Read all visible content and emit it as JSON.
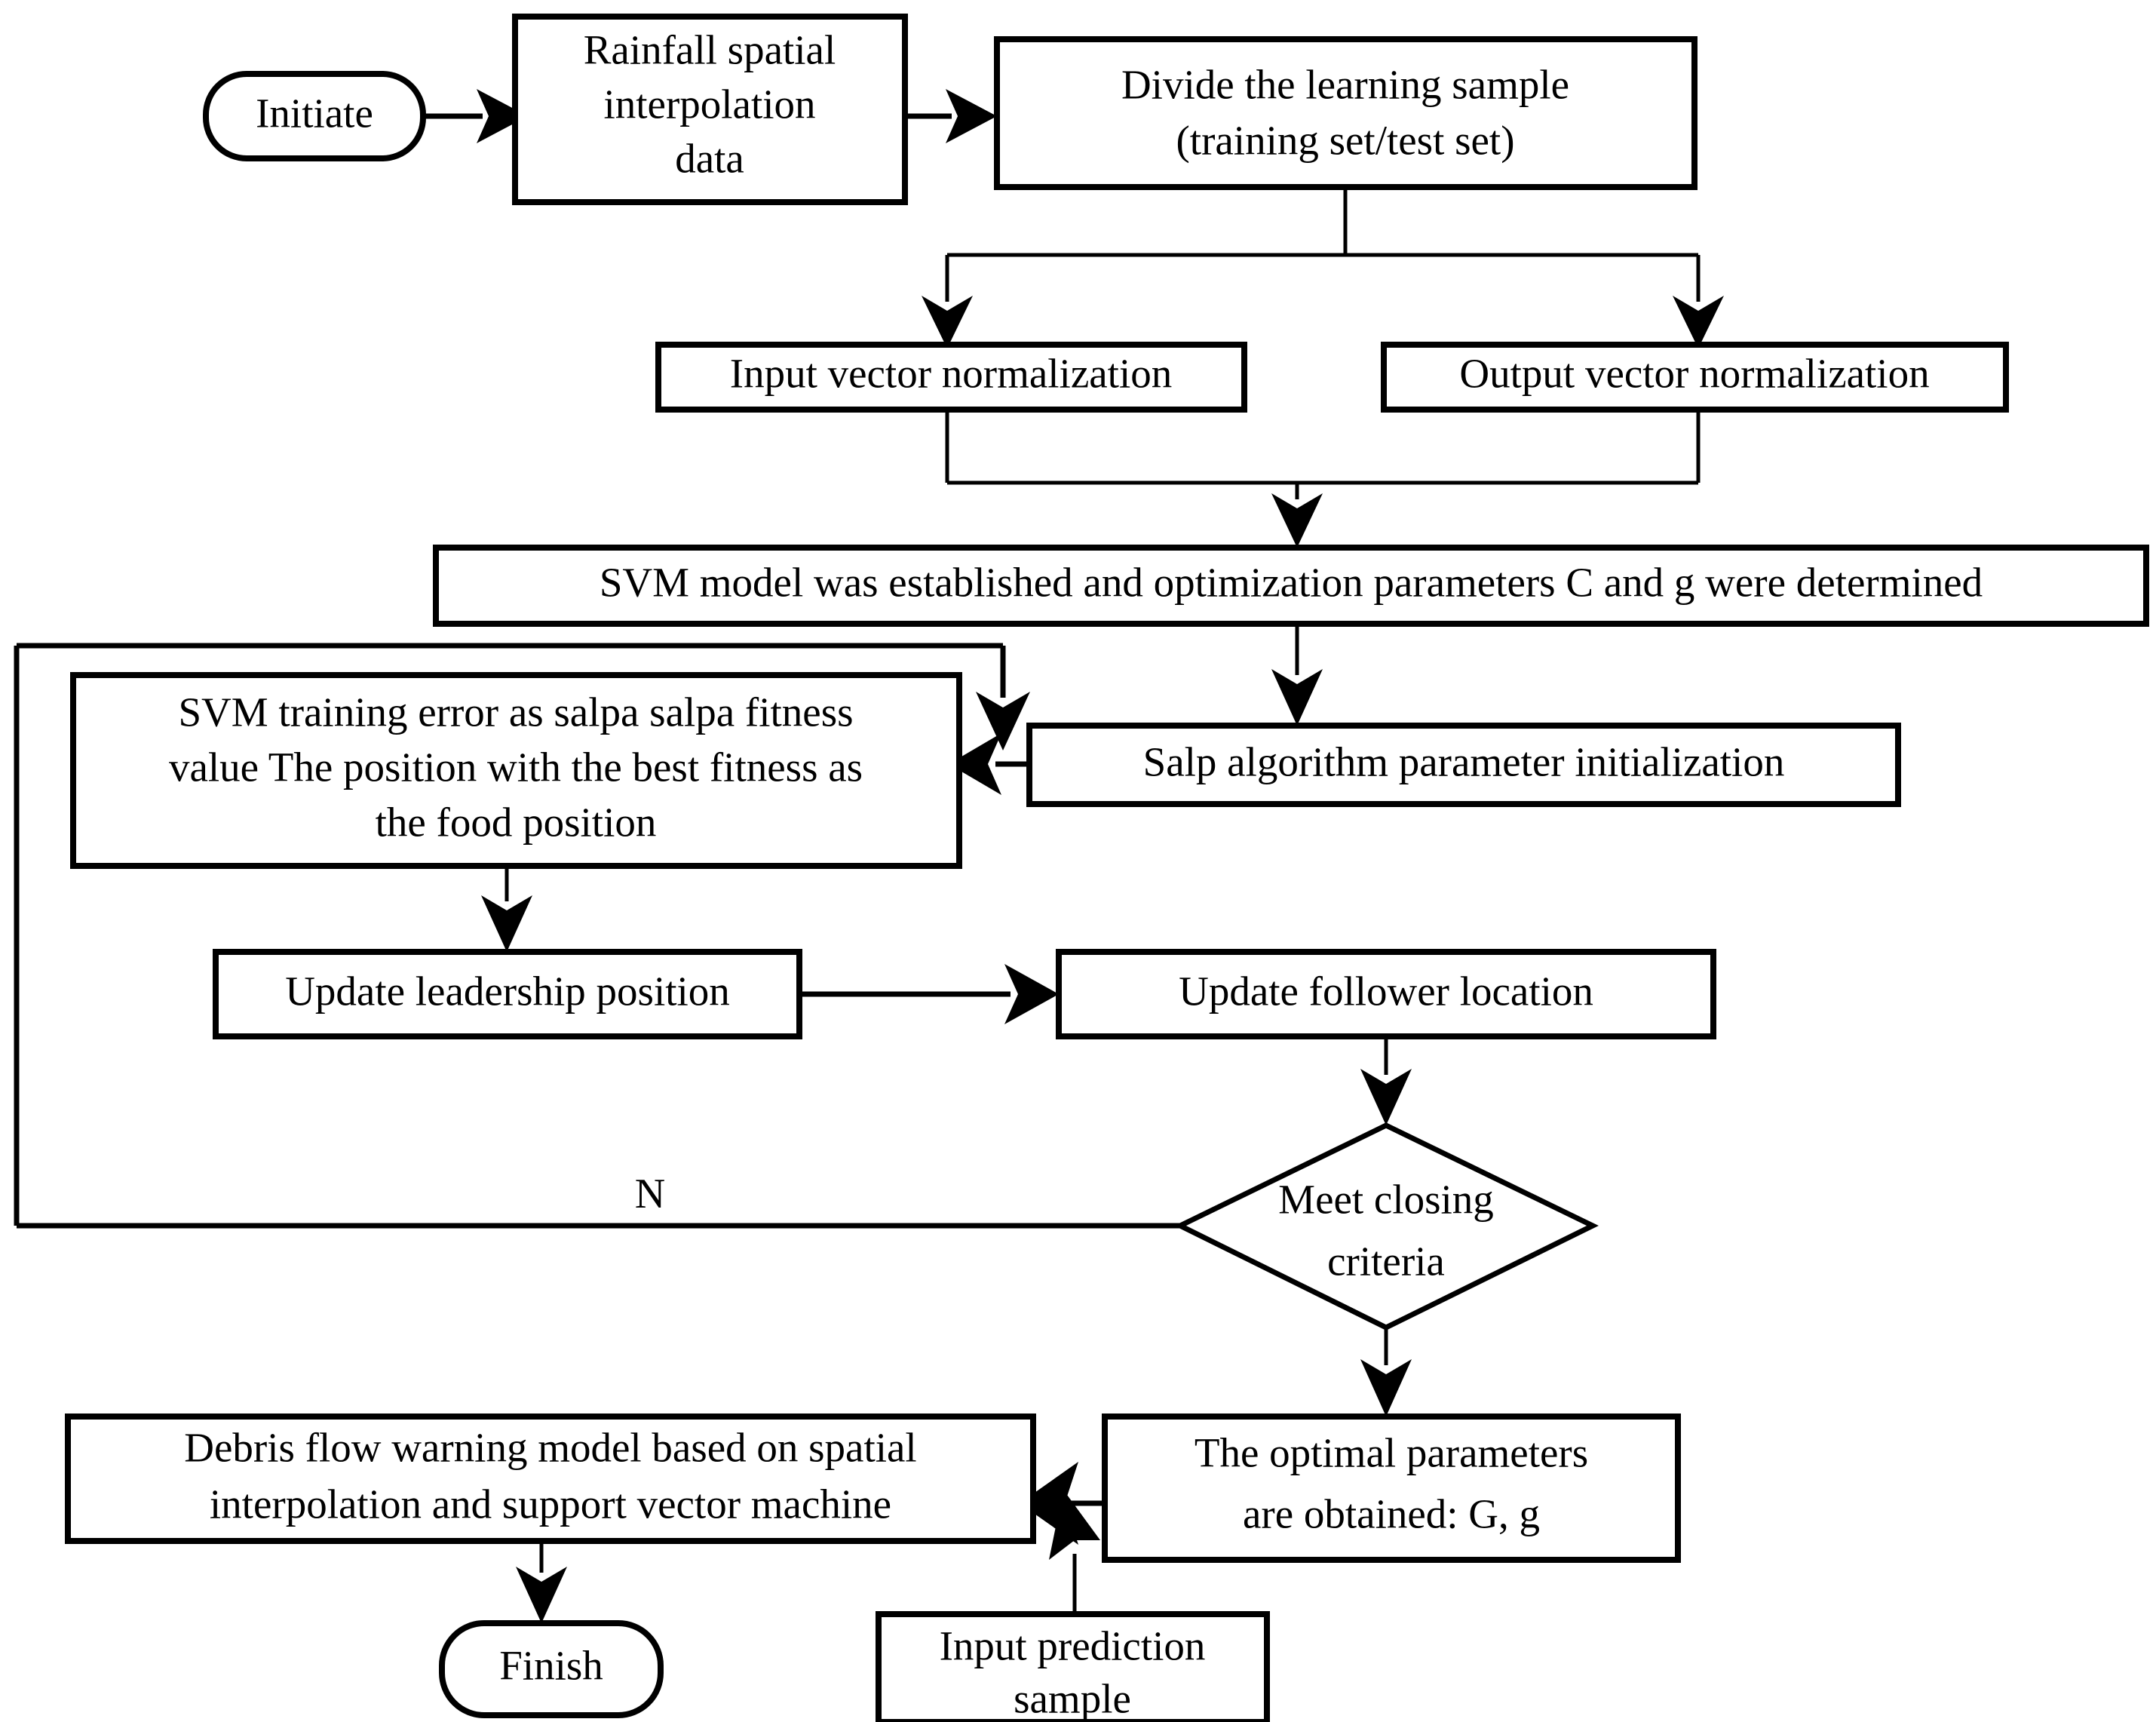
{
  "diagram": {
    "title": "Debris flow warning model flowchart (SVM optimized by Salp Swarm Algorithm)",
    "type": "flowchart",
    "background_color": "#ffffff",
    "line_color": "#000000",
    "text_color": "#000000"
  },
  "nodes": {
    "initiate": {
      "label": "Initiate",
      "shape": "terminator"
    },
    "rainfall": {
      "line1": "Rainfall spatial",
      "line2": "interpolation",
      "line3": "data",
      "shape": "process"
    },
    "divide": {
      "line1": "Divide the learning sample",
      "line2": "(training set/test set)",
      "shape": "process"
    },
    "input_norm": {
      "label": "Input vector normalization",
      "shape": "process"
    },
    "output_norm": {
      "label": "Output vector normalization",
      "shape": "process"
    },
    "svm_model": {
      "label": "SVM model was established and optimization parameters C and g were determined",
      "shape": "process"
    },
    "svm_fitness": {
      "line1": "SVM training error as salpa salpa fitness",
      "line2": "value The position with the best fitness as",
      "line3": "the food position",
      "shape": "process"
    },
    "salp_init": {
      "label": "Salp algorithm parameter initialization",
      "shape": "process"
    },
    "update_leader": {
      "label": "Update leadership position",
      "shape": "process"
    },
    "update_follower": {
      "label": "Update follower location",
      "shape": "process"
    },
    "meet_criteria": {
      "line1": "Meet closing",
      "line2": "criteria",
      "shape": "decision"
    },
    "optimal_params": {
      "line1": "The optimal parameters",
      "line2": "are obtained: G, g",
      "shape": "process"
    },
    "debris_model": {
      "line1": "Debris flow warning model based on spatial",
      "line2": "interpolation and support vector machine",
      "shape": "process"
    },
    "input_prediction": {
      "line1": "Input prediction",
      "line2": "sample",
      "shape": "process"
    },
    "finish": {
      "label": "Finish",
      "shape": "terminator"
    }
  },
  "edges": {
    "no_branch_label": "N"
  }
}
